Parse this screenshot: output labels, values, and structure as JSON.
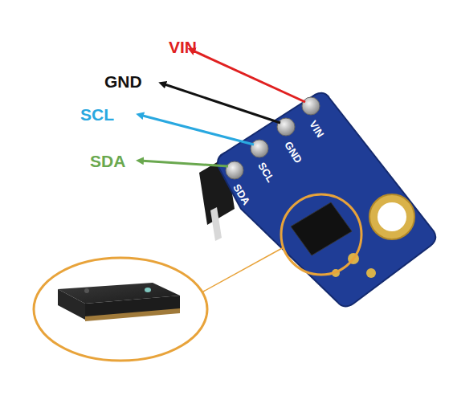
{
  "diagram": {
    "labels": [
      "VIN",
      "GND",
      "SCL",
      "SDA",
      "VIN",
      "GND",
      "SCL",
      "SDA"
    ]
  }
}
